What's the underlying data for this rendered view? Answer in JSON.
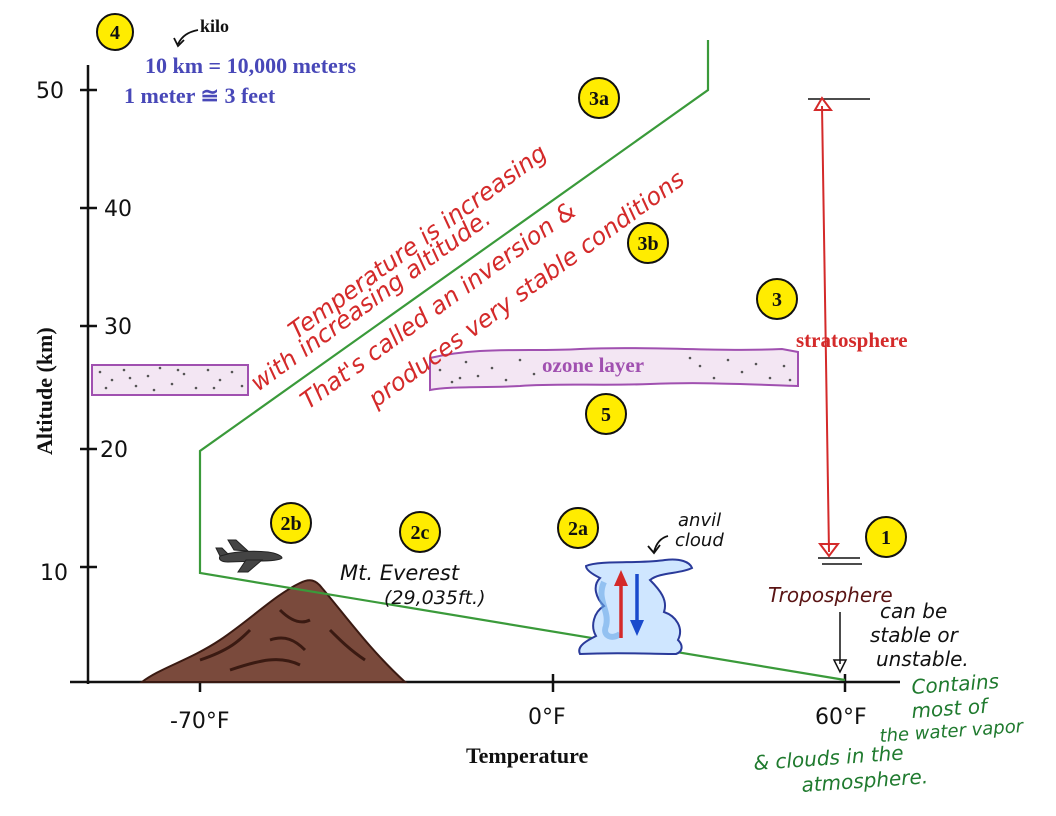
{
  "y_axis": {
    "label": "Altitude (km)",
    "ticks": [
      "50",
      "40",
      "30",
      "20",
      "10"
    ]
  },
  "x_axis": {
    "label": "Temperature",
    "ticks": [
      "-70°F",
      "0°F",
      "60°F"
    ]
  },
  "badges": [
    "4",
    "3a",
    "3b",
    "3",
    "5",
    "2b",
    "2c",
    "2a",
    "1"
  ],
  "notes": {
    "kilo": "kilo",
    "km_conversion": "10 km = 10,000 meters",
    "meter_conversion": "1 meter ≅ 3 feet",
    "stratosphere": "stratosphere",
    "ozone_layer": "ozone layer",
    "inversion_line1": "Temperature is increasing",
    "inversion_line2": "with increasing altitude.",
    "inversion_line3": "That's called an inversion &",
    "inversion_line4": "produces very stable conditions",
    "everest_name": "Mt. Everest",
    "everest_height": "(29,035ft.)",
    "anvil_line1": "anvil",
    "anvil_line2": "cloud",
    "troposphere_line1": "Troposphere",
    "troposphere_line2": "can be",
    "troposphere_line3": "stable or",
    "troposphere_line4": "unstable.",
    "contains_line1": "Contains",
    "contains_line2": "most of",
    "contains_line3": "the water vapor",
    "contains_line4": "& clouds in the",
    "contains_line5": "atmosphere."
  },
  "colors": {
    "profile_line": "#3a9a3a",
    "red_annotation": "#d42a2a",
    "blue_annotation": "#4848b8",
    "ozone": "#a050b0",
    "green_annotation": "#1f7a2e",
    "badge_fill": "#ffec00",
    "mountain": "#5a2a1c"
  },
  "icons": [
    "airplane-icon",
    "mountain-icon",
    "anvil-cloud-icon",
    "up-arrow-icon",
    "down-arrow-icon"
  ]
}
